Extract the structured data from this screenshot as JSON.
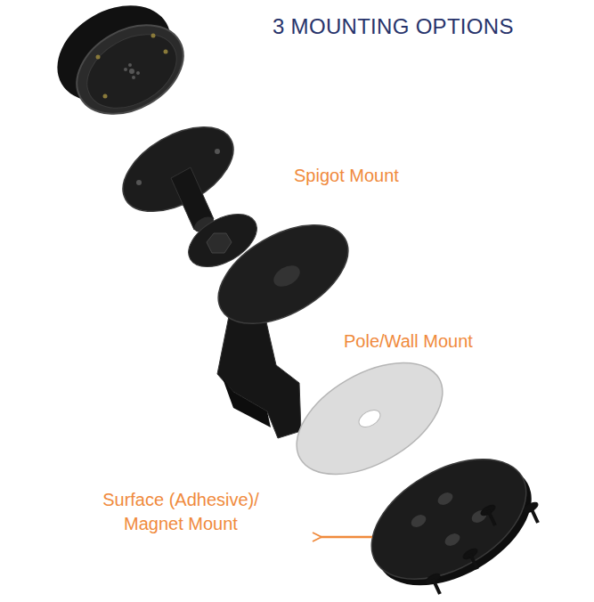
{
  "diagram": {
    "title": "3 MOUNTING OPTIONS",
    "labels": [
      "Spigot Mount",
      "Pole/Wall Mount",
      "Surface (Adhesive)/ Magnet Mount"
    ]
  }
}
